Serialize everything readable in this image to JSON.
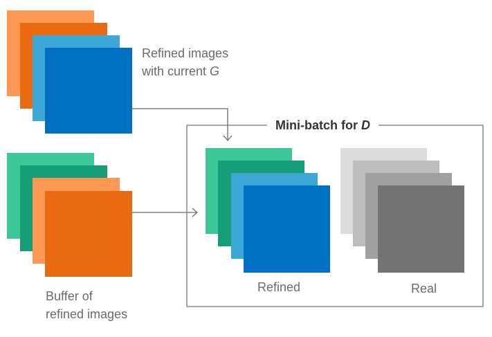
{
  "colors": {
    "orange_light": "#fd9854",
    "orange": "#e86b12",
    "blue_light": "#3da8d8",
    "blue": "#0070c2",
    "green_light": "#3ec89a",
    "green": "#159e77",
    "gray_lightest": "#dcdcdc",
    "gray_light": "#bdbdbd",
    "gray_mid": "#a0a0a0",
    "gray_dark": "#737373",
    "line": "#6b6b6b",
    "frame": "#7a7a7a"
  },
  "labels": {
    "refined_current_line1": "Refined images",
    "refined_current_line2_prefix": "with current ",
    "refined_current_line2_var": "G",
    "buffer_line1": "Buffer of",
    "buffer_line2": "refined images",
    "minibatch_prefix": "Mini-batch for ",
    "minibatch_var": "D",
    "refined": "Refined",
    "real": "Real"
  }
}
